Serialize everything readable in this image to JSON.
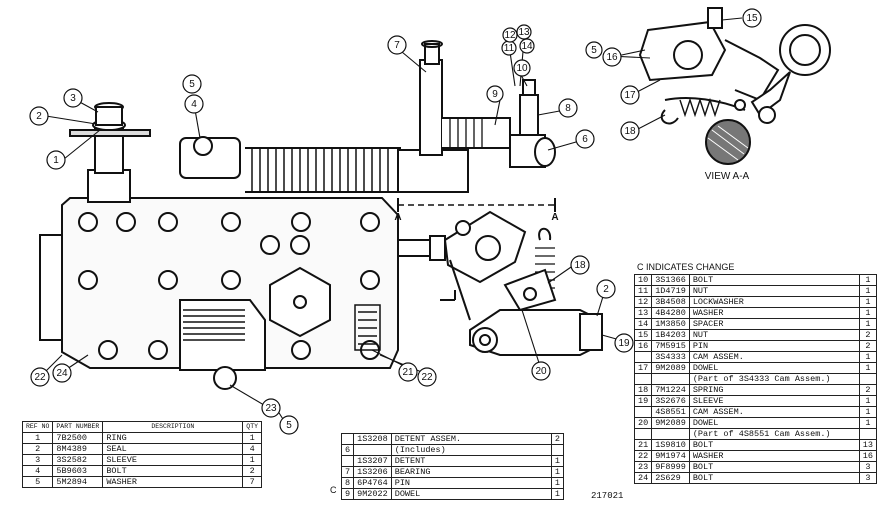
{
  "figure_number": "217021",
  "view_label": "VIEW A-A",
  "section_marker": "A",
  "callouts_main": [
    "1",
    "2",
    "3",
    "4",
    "5",
    "6",
    "7",
    "8",
    "9",
    "10",
    "11",
    "12",
    "13",
    "14",
    "18",
    "19",
    "20",
    "21",
    "22",
    "23",
    "24",
    "2",
    "22",
    "5"
  ],
  "callouts_view": [
    "5",
    "15",
    "16",
    "17",
    "18"
  ],
  "table_left": {
    "headers": [
      "REF NO",
      "PART NUMBER",
      "DESCRIPTION",
      "QTY"
    ],
    "rows": [
      {
        "ref": "1",
        "part": "7B2500",
        "desc": "RING",
        "qty": "1"
      },
      {
        "ref": "2",
        "part": "8M4389",
        "desc": "SEAL",
        "qty": "4"
      },
      {
        "ref": "3",
        "part": "3S2582",
        "desc": "SLEEVE",
        "qty": "1"
      },
      {
        "ref": "4",
        "part": "5B9603",
        "desc": "BOLT",
        "qty": "2"
      },
      {
        "ref": "5",
        "part": "5M2894",
        "desc": "WASHER",
        "qty": "7"
      }
    ]
  },
  "table_middle": {
    "marker": "C",
    "rows": [
      {
        "ref": "",
        "part": "1S3208",
        "desc": "DETENT ASSEM.",
        "qty": "2"
      },
      {
        "ref": "6",
        "part": "",
        "desc": "(Includes)",
        "qty": ""
      },
      {
        "ref": "",
        "part": "1S3207",
        "desc": "DETENT",
        "qty": "1"
      },
      {
        "ref": "7",
        "part": "1S3206",
        "desc": "BEARING",
        "qty": "1"
      },
      {
        "ref": "8",
        "part": "6P4764",
        "desc": "PIN",
        "qty": "1"
      },
      {
        "ref": "9",
        "part": "9M2022",
        "desc": "DOWEL",
        "qty": "1"
      }
    ]
  },
  "table_right": {
    "title": "C INDICATES CHANGE",
    "rows": [
      {
        "ref": "10",
        "part": "3S1366",
        "desc": "BOLT",
        "qty": "1"
      },
      {
        "ref": "11",
        "part": "1D4719",
        "desc": "NUT",
        "qty": "1"
      },
      {
        "ref": "12",
        "part": "3B4508",
        "desc": "LOCKWASHER",
        "qty": "1"
      },
      {
        "ref": "13",
        "part": "4B4280",
        "desc": "WASHER",
        "qty": "1"
      },
      {
        "ref": "14",
        "part": "1M3850",
        "desc": "SPACER",
        "qty": "1"
      },
      {
        "ref": "15",
        "part": "1B4203",
        "desc": "NUT",
        "qty": "2"
      },
      {
        "ref": "16",
        "part": "7M5915",
        "desc": "PIN",
        "qty": "2"
      },
      {
        "ref": "",
        "part": "3S4333",
        "desc": "CAM ASSEM.",
        "qty": "1"
      },
      {
        "ref": "17",
        "part": "9M2089",
        "desc": "DOWEL",
        "qty": "1"
      },
      {
        "ref": "",
        "part": "",
        "desc": "(Part of 3S4333 Cam Assem.)",
        "qty": ""
      },
      {
        "ref": "18",
        "part": "7M1224",
        "desc": "SPRING",
        "qty": "2"
      },
      {
        "ref": "19",
        "part": "3S2676",
        "desc": "SLEEVE",
        "qty": "1"
      },
      {
        "ref": "",
        "part": "4S8551",
        "desc": "CAM ASSEM.",
        "qty": "1"
      },
      {
        "ref": "20",
        "part": "9M2089",
        "desc": "DOWEL",
        "qty": "1"
      },
      {
        "ref": "",
        "part": "",
        "desc": "(Part of 4S8551 Cam Assem.)",
        "qty": ""
      },
      {
        "ref": "21",
        "part": "1S9810",
        "desc": "BOLT",
        "qty": "13"
      },
      {
        "ref": "22",
        "part": "9M1974",
        "desc": "WASHER",
        "qty": "16"
      },
      {
        "ref": "23",
        "part": "9F8999",
        "desc": "BOLT",
        "qty": "3"
      },
      {
        "ref": "24",
        "part": "2S629",
        "desc": "BOLT",
        "qty": "3"
      }
    ]
  }
}
